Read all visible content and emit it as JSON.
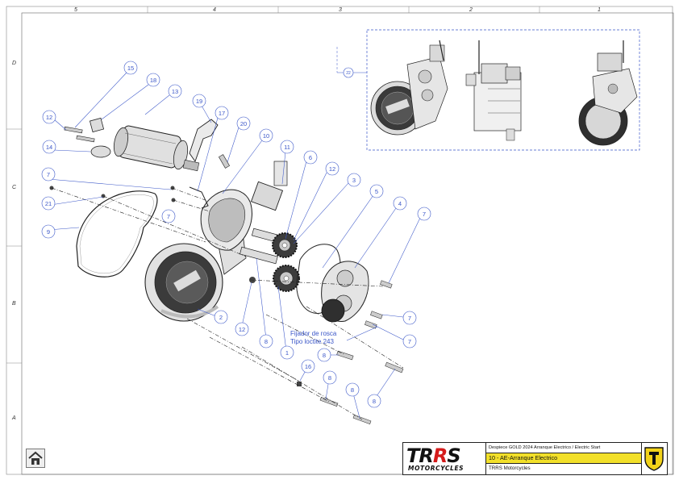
{
  "zones_top": [
    "5",
    "4",
    "3",
    "2",
    "1"
  ],
  "zones_side": [
    "D",
    "C",
    "B",
    "A"
  ],
  "callouts": {
    "c15": "15",
    "c18": "18",
    "c13": "13",
    "c12a": "12",
    "c14": "14",
    "c19": "19",
    "c17": "17",
    "c20": "20",
    "c10": "10",
    "c11": "11",
    "c6": "6",
    "c12b": "12",
    "c3": "3",
    "c5": "5",
    "c4": "4",
    "c7a": "7",
    "c7b": "7",
    "c7c": "7",
    "c7d": "7",
    "c7e": "7",
    "c21": "21",
    "c9": "9",
    "c2": "2",
    "c12c": "12",
    "c8a": "8",
    "c1": "1",
    "c8b": "8",
    "c16": "16",
    "c8c": "8",
    "c8d": "8",
    "c8e": "8",
    "c22": "22"
  },
  "note": {
    "line1": "Fijador de rosca",
    "line2": "Tipo loctite 243"
  },
  "title_block": {
    "brand": "TRRS",
    "brand_sub": "MOTORCYCLES",
    "drawing_title": "Despiece GOLD 2024 Arranque Electrico / Electric Start",
    "part_name": "10 - AE-Arranque Electrico",
    "company": "TRRS Motorcycles"
  },
  "colors": {
    "callout": "#3a56c8",
    "part_line": "#222222",
    "highlight": "#f2e02a",
    "brand_red": "#d51b1b"
  },
  "icons": {
    "home": "home-icon",
    "emblem": "trrs-shield-emblem-icon"
  }
}
